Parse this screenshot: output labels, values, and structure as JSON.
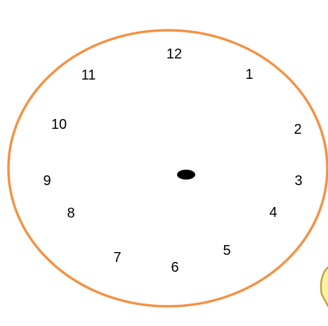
{
  "clock": {
    "numerals": [
      "12",
      "1",
      "2",
      "3",
      "4",
      "5",
      "6",
      "7",
      "8",
      "9",
      "10",
      "11"
    ],
    "colors": {
      "face_border": "#F39245",
      "face_fill": "#FFFFFF",
      "numerals": "#000000",
      "center_dot": "#000000",
      "corner_decoration_fill": "#FBF3A0",
      "corner_decoration_stroke": "#C8A040"
    }
  }
}
